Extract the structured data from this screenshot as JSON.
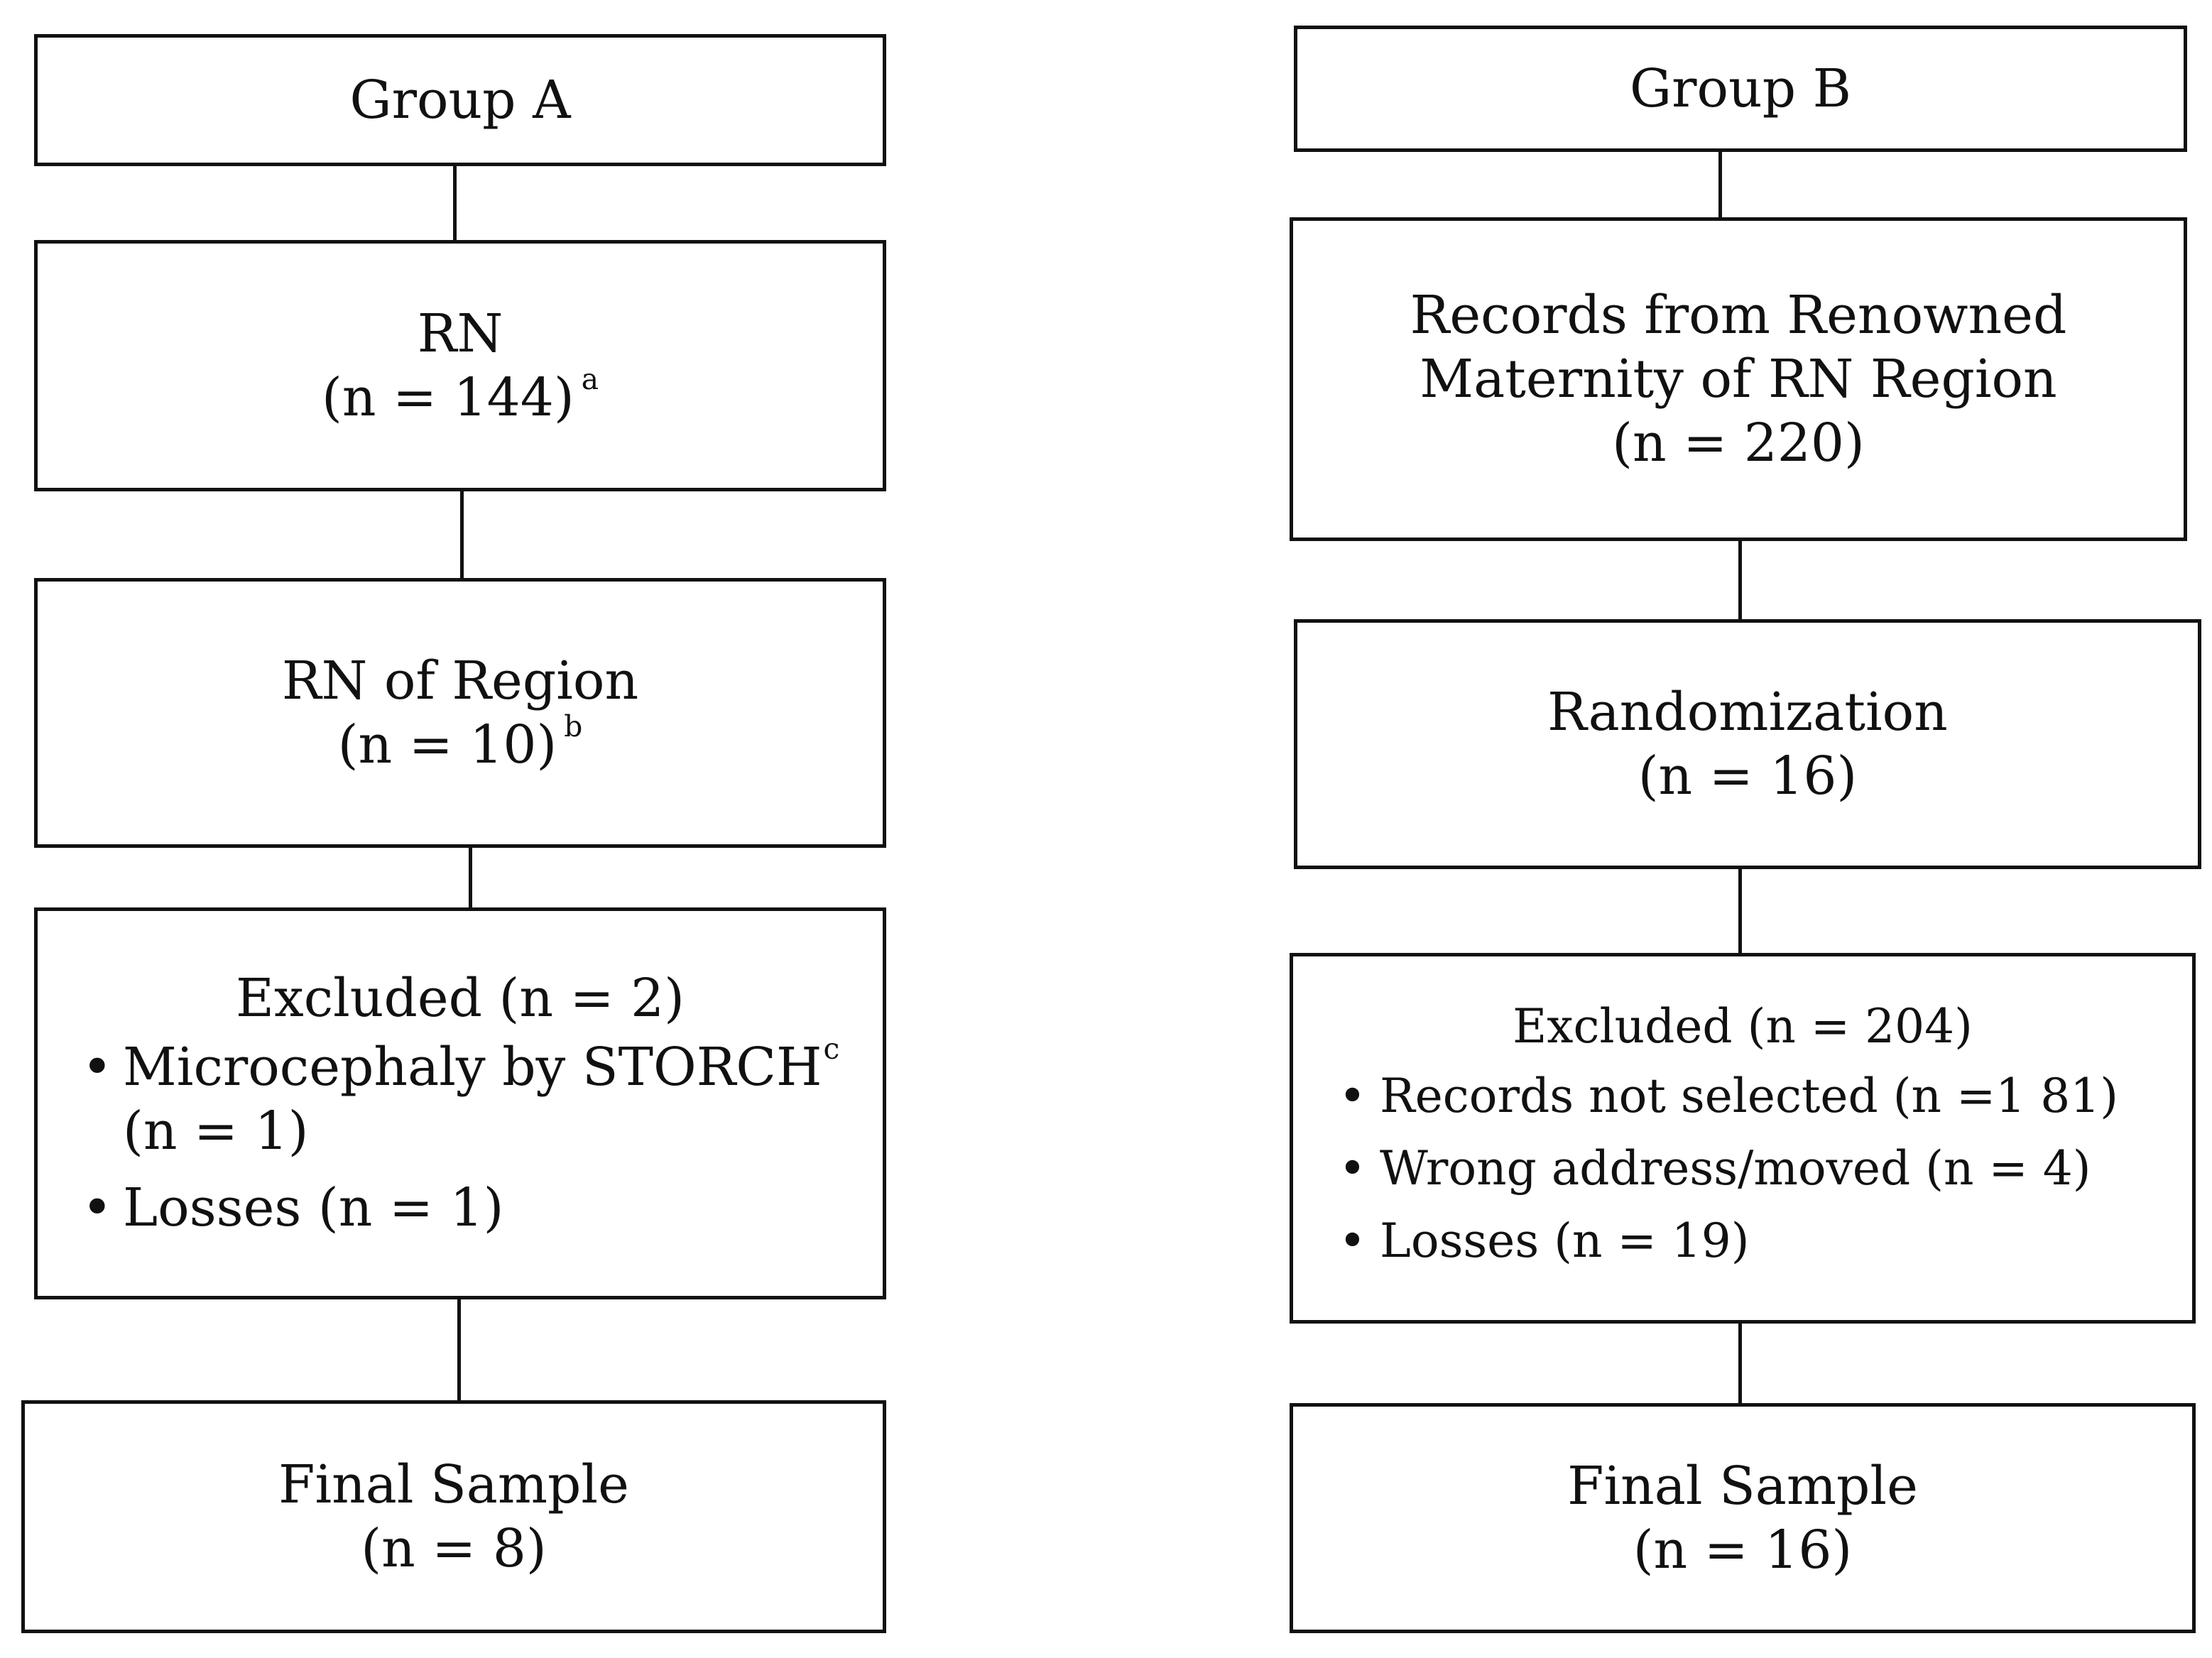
{
  "group_a": {
    "title": "Group A",
    "rn": {
      "label": "RN",
      "count": "(n = 144)",
      "note": "a"
    },
    "rn_region": {
      "label": "RN of Region",
      "count": "(n = 10)",
      "note": "b"
    },
    "excluded": {
      "label": "Excluded (n = 2)",
      "items": [
        {
          "text": "Microcephaly by STORCH",
          "note": "c",
          "count": "(n = 1)"
        },
        {
          "text": "Losses (n = 1)"
        }
      ]
    },
    "final": {
      "label": "Final Sample",
      "count": "(n = 8)"
    }
  },
  "group_b": {
    "title": "Group B",
    "records": {
      "line1": "Records from Renowned",
      "line2": "Maternity of RN Region",
      "count": "(n = 220)"
    },
    "randomization": {
      "label": "Randomization",
      "count": "(n = 16)"
    },
    "excluded": {
      "label": "Excluded (n = 204)",
      "items": [
        {
          "text": "Records not selected (n =1 81)"
        },
        {
          "text": "Wrong address/moved (n = 4)"
        },
        {
          "text": "Losses (n = 19)"
        }
      ]
    },
    "final": {
      "label": "Final Sample",
      "count": "(n = 16)"
    }
  }
}
